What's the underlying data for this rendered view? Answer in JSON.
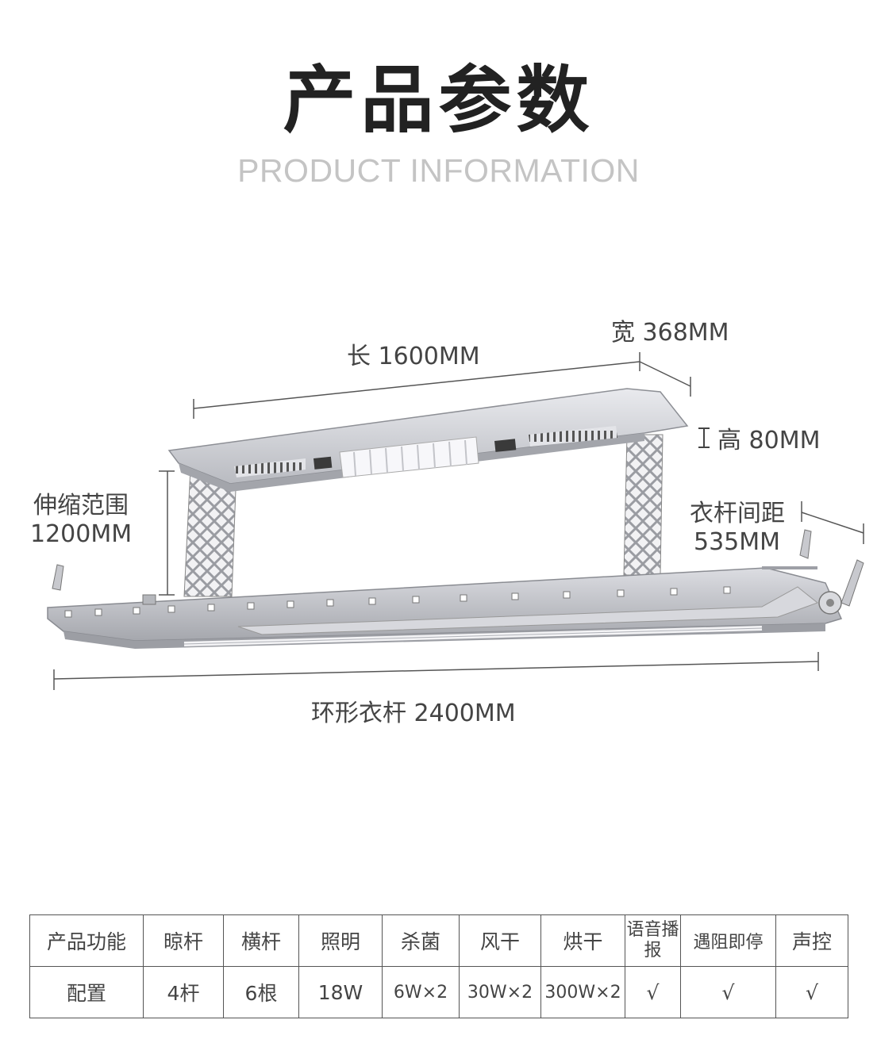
{
  "header": {
    "title": "产品参数",
    "subtitle": "PRODUCT INFORMATION"
  },
  "dimensions": {
    "length": "长 1600MM",
    "width": "宽 368MM",
    "height": "高 80MM",
    "height_icon": "ibeam-icon",
    "stretch_label": "伸缩范围",
    "stretch_value": "1200MM",
    "rod_spacing_label": "衣杆间距",
    "rod_spacing_value": "535MM",
    "ring_rod": "环形衣杆 2400MM"
  },
  "colors": {
    "frame": "#c9cacf",
    "frame_dark": "#9ea0a6",
    "line": "#555555"
  },
  "spec_table": {
    "headers": [
      "产品功能",
      "晾杆",
      "横杆",
      "照明",
      "杀菌",
      "风干",
      "烘干",
      "语音播报",
      "遇阻即停",
      "声控"
    ],
    "values": [
      "配置",
      "4杆",
      "6根",
      "18W",
      "6W×2",
      "30W×2",
      "300W×2",
      "√",
      "√",
      "√"
    ]
  }
}
